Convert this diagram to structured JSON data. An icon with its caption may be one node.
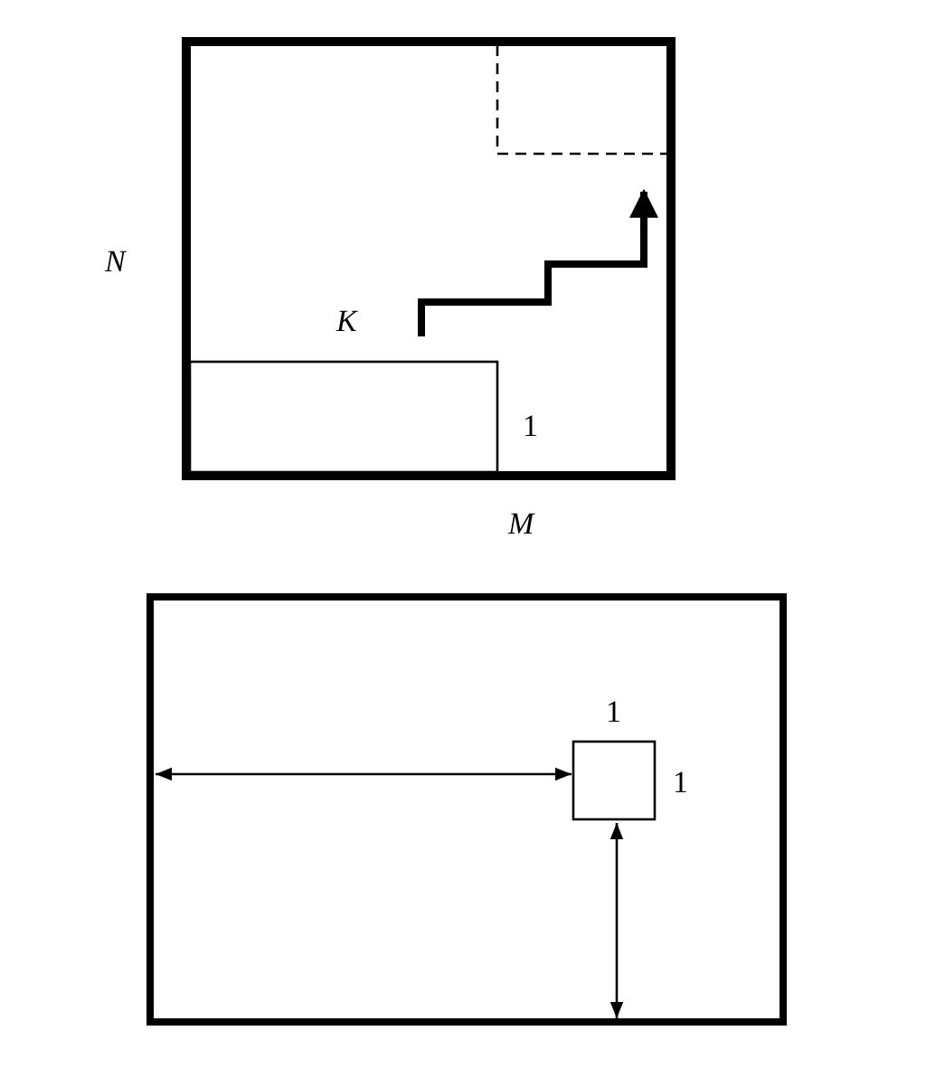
{
  "diagram": {
    "labels": [
      "N",
      "K",
      "1",
      "M",
      "1",
      "1"
    ]
  }
}
